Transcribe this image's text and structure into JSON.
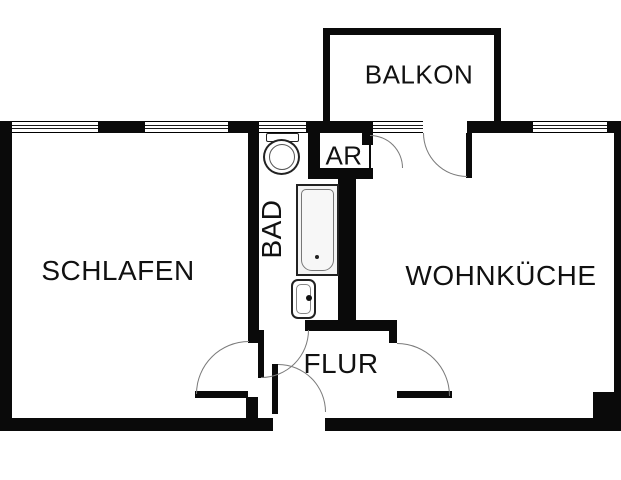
{
  "plan": {
    "type": "apartment-floor-plan",
    "colors": {
      "wall": "#0a0a0a",
      "background": "#ffffff",
      "door_arc": "#7a7a7a",
      "bathtub_fill": "#f4f4f4"
    },
    "rooms": {
      "balkon": {
        "label": "BALKON"
      },
      "ar": {
        "label": "AR"
      },
      "bad": {
        "label": "BAD"
      },
      "schlafen": {
        "label": "SCHLAFEN"
      },
      "wohnkueche": {
        "label": "WOHNKÜCHE"
      },
      "flur": {
        "label": "FLUR"
      }
    },
    "fixtures": [
      {
        "name": "toilet"
      },
      {
        "name": "bathtub"
      },
      {
        "name": "washbasin"
      }
    ],
    "doors": [
      {
        "name": "schlafen-door"
      },
      {
        "name": "bad-door"
      },
      {
        "name": "entrance-door"
      },
      {
        "name": "wohnkueche-door"
      },
      {
        "name": "balkon-door"
      },
      {
        "name": "ar-door"
      }
    ],
    "windows_count": 5
  }
}
